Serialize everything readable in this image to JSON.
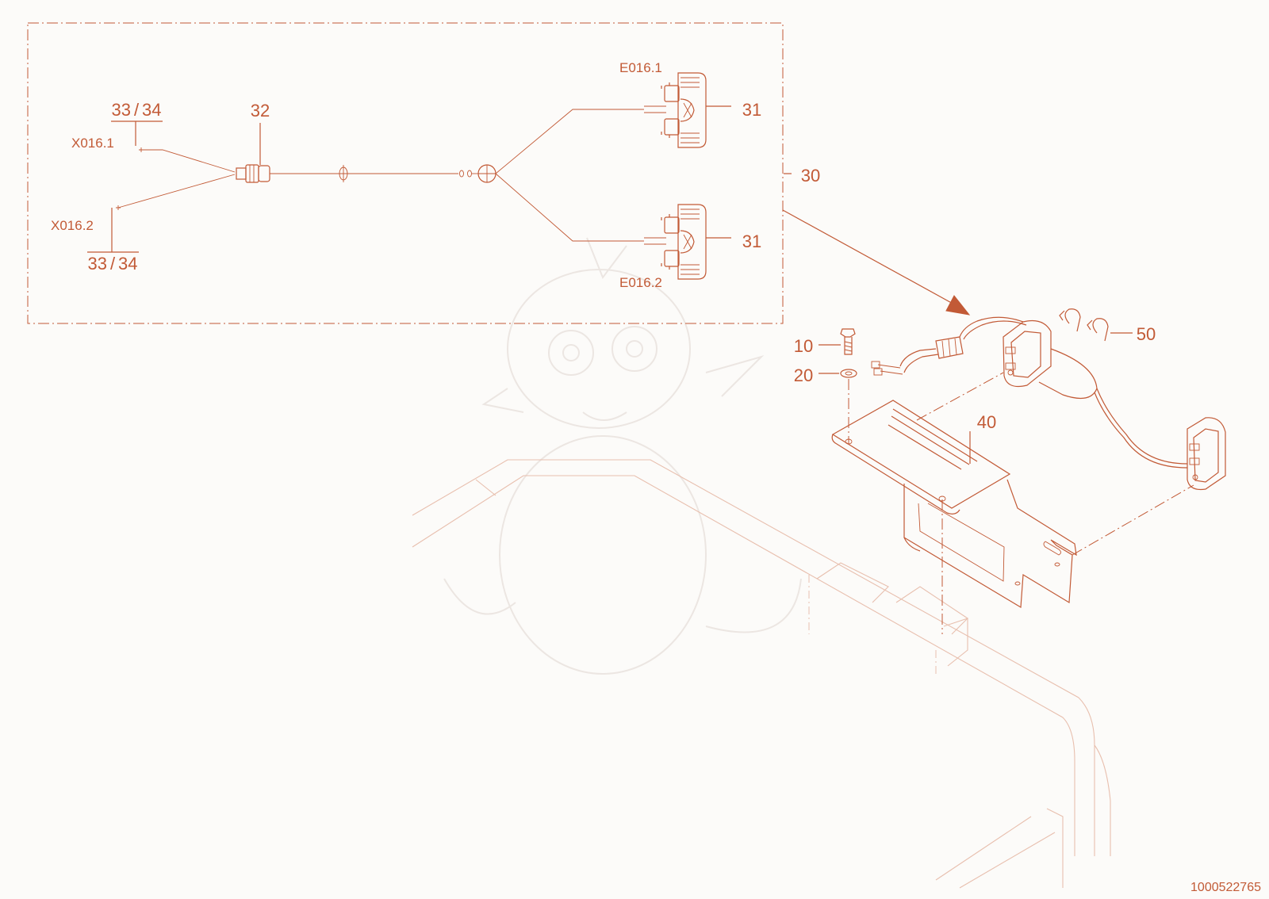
{
  "callouts": {
    "c30": "30",
    "c31a": "31",
    "c31b": "31",
    "c32": "32",
    "c10": "10",
    "c20": "20",
    "c40": "40",
    "c50": "50"
  },
  "connectors": {
    "x1": "X016.1",
    "x2": "X016.2",
    "ref_top": "33",
    "ref_top_sep": "/",
    "ref_top_b": "34",
    "ref_bot": "33",
    "ref_bot_sep": "/",
    "ref_bot_b": "34"
  },
  "lamps": {
    "e1": "E016.1",
    "e2": "E016.2"
  },
  "document_number": "1000522765",
  "colors": {
    "line": "#c25a36",
    "faint": "#e8bfae",
    "background": "#fcfbf9"
  }
}
